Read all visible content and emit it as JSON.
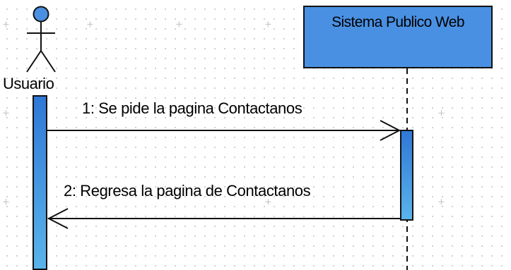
{
  "actor": {
    "label": "Usuario"
  },
  "system": {
    "label": "Sistema Publico Web"
  },
  "messages": [
    {
      "label": "1: Se pide la pagina Contactanos"
    },
    {
      "label": "2: Regresa la pagina de Contactanos"
    }
  ],
  "colors": {
    "system_box": "#4a90e2",
    "activation_top": "#2f78d6",
    "activation_bottom": "#5ab4ea",
    "actor_head": "#4a90e2"
  }
}
